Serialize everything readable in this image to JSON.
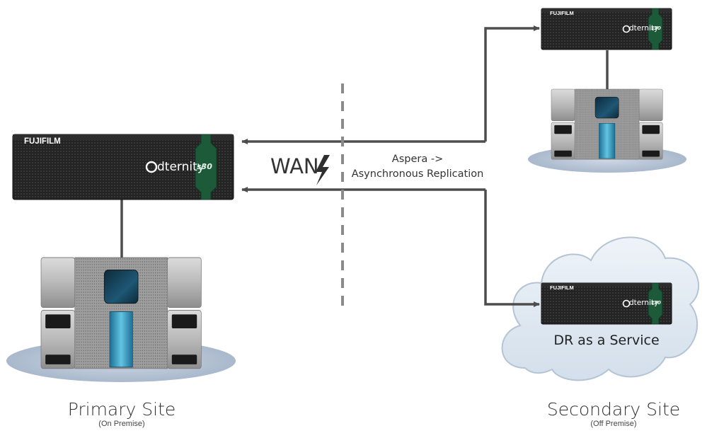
{
  "primary_site": {
    "title": "Primary Site",
    "subtitle": "(On Premise)",
    "appliance": {
      "brand": "FUJIFILM",
      "logo": "dternity",
      "model": "s30"
    }
  },
  "secondary_site": {
    "title": "Secondary Site",
    "subtitle": "(Off Premise)",
    "appliance_top": {
      "brand": "FUJIFILM",
      "logo": "dternity",
      "model": "s30"
    },
    "appliance_cloud": {
      "brand": "FUJIFILM",
      "logo": "dternity",
      "model": "s30"
    },
    "cloud_label": "DR as a Service"
  },
  "link": {
    "wan_label": "WAN",
    "replication_line1": "Aspera ->",
    "replication_line2": "Asynchronous Replication"
  },
  "icons": [
    "lightning-bolt-icon",
    "tape-library-icon",
    "storage-appliance-icon",
    "cloud-icon",
    "arrow-icon"
  ],
  "colors": {
    "line": "#4d4d4d",
    "appliance_body": "#1e1e1e",
    "accent_green": "#1c5a3a",
    "platform": "#b8c5d6",
    "cloud_fill": "#e3ebf3",
    "library_glass": "#2c8fb5"
  }
}
